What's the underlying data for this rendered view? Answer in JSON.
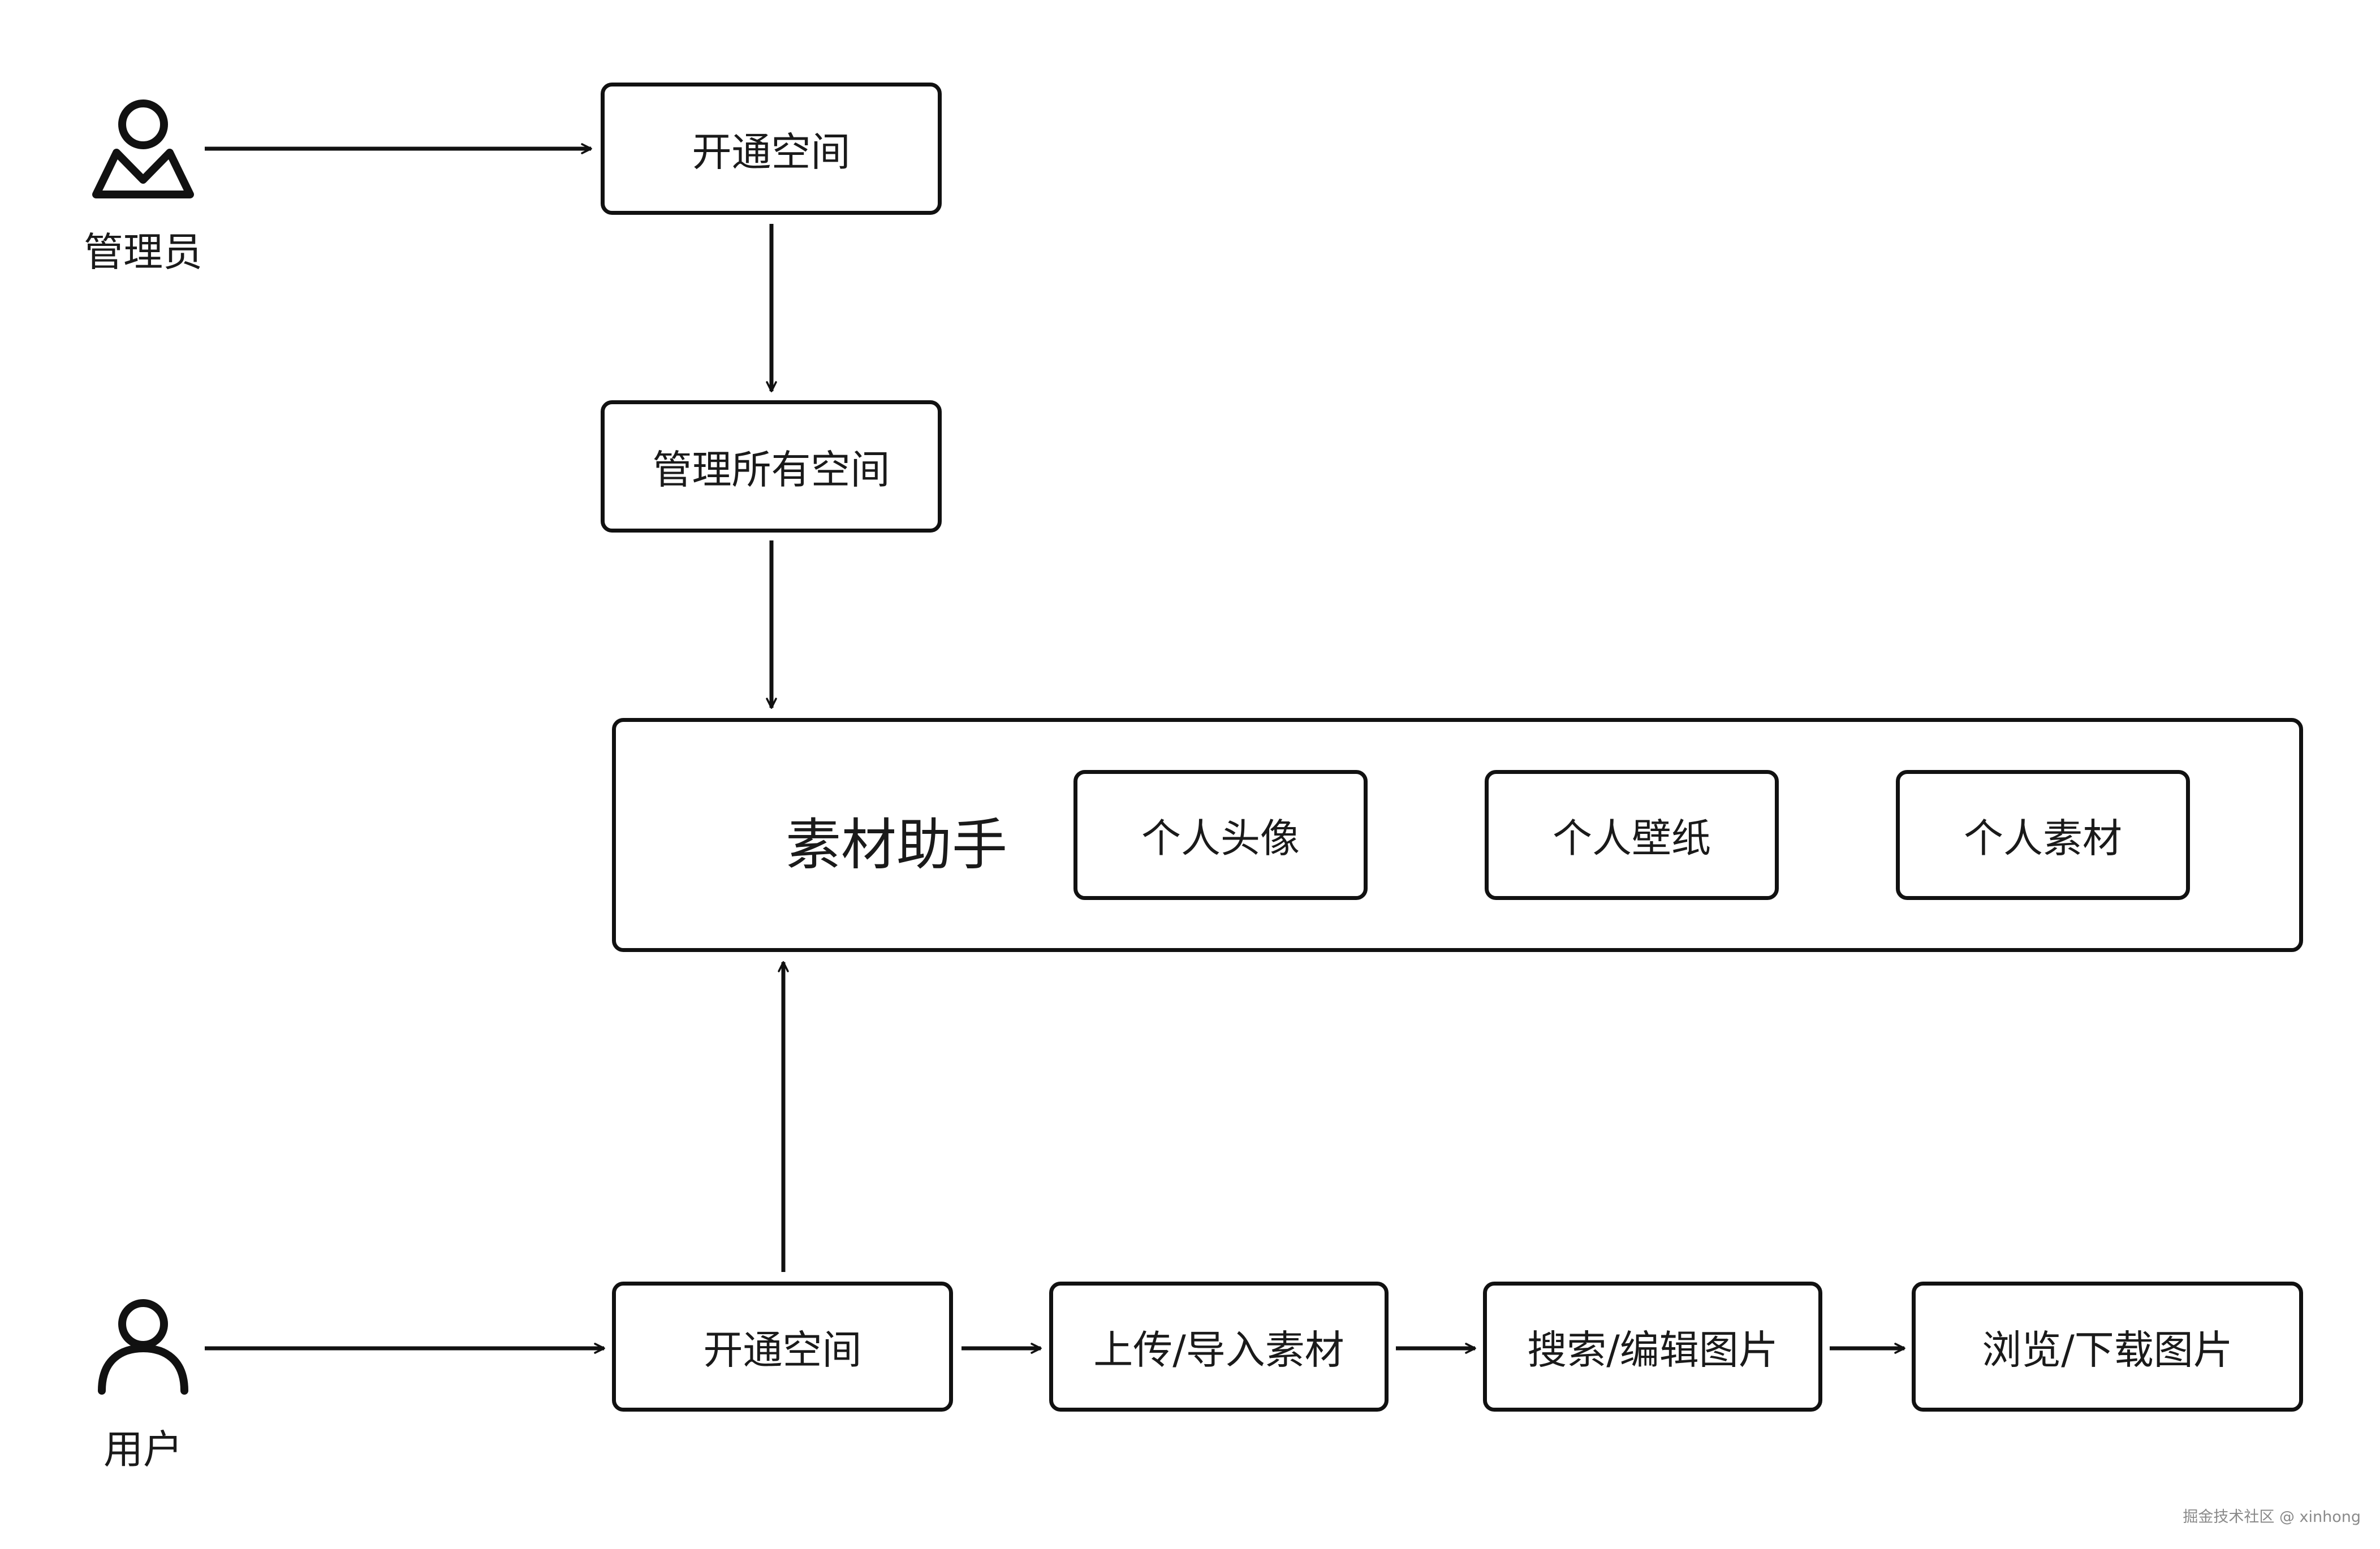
{
  "actors": {
    "admin": {
      "label": "管理员",
      "icon": "admin-person-icon"
    },
    "user": {
      "label": "用户",
      "icon": "user-person-icon"
    }
  },
  "admin_flow": {
    "open_space": "开通空间",
    "manage_spaces": "管理所有空间"
  },
  "assistant": {
    "title": "素材助手",
    "modules": [
      "个人头像",
      "个人壁纸",
      "个人素材"
    ]
  },
  "user_flow": {
    "steps": [
      "开通空间",
      "上传/导入素材",
      "搜索/编辑图片",
      "浏览/下载图片"
    ]
  },
  "watermark": "掘金技术社区 @ xinhong"
}
